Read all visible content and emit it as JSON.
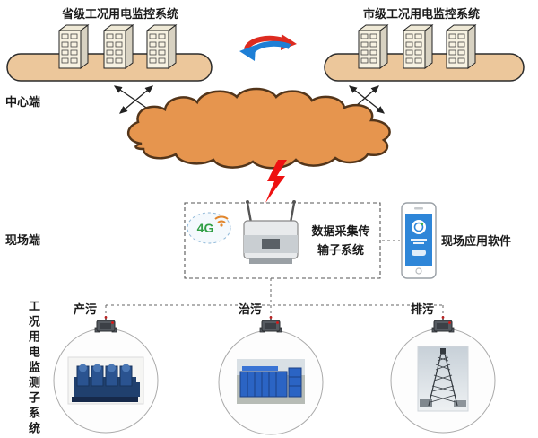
{
  "colors": {
    "platform_fill": "#ecc79b",
    "platform_stroke": "#2b2b2b",
    "cloud_fill": "#e6954e",
    "cloud_stroke": "#53351a",
    "lightning": "#ee1111",
    "sync_red": "#dd2b20",
    "sync_blue": "#1e7fd6",
    "g4_green": "#2f9e44",
    "wifi_orange": "#e2862c"
  },
  "center_tier": {
    "side_label": "中心端",
    "provincial_system_label": "省级工况用电监控系统",
    "municipal_system_label": "市级工况用电监控系统"
  },
  "field_tier": {
    "side_label": "现场端",
    "transmission_subsystem": {
      "badge": "4G",
      "label_line1": "数据采集传",
      "label_line2": "输子系统"
    },
    "field_app_label": "现场应用软件",
    "monitoring_subsystem_label": "工况用电监测子系统",
    "sites": [
      {
        "label": "产污"
      },
      {
        "label": "治污"
      },
      {
        "label": "排污"
      }
    ]
  }
}
